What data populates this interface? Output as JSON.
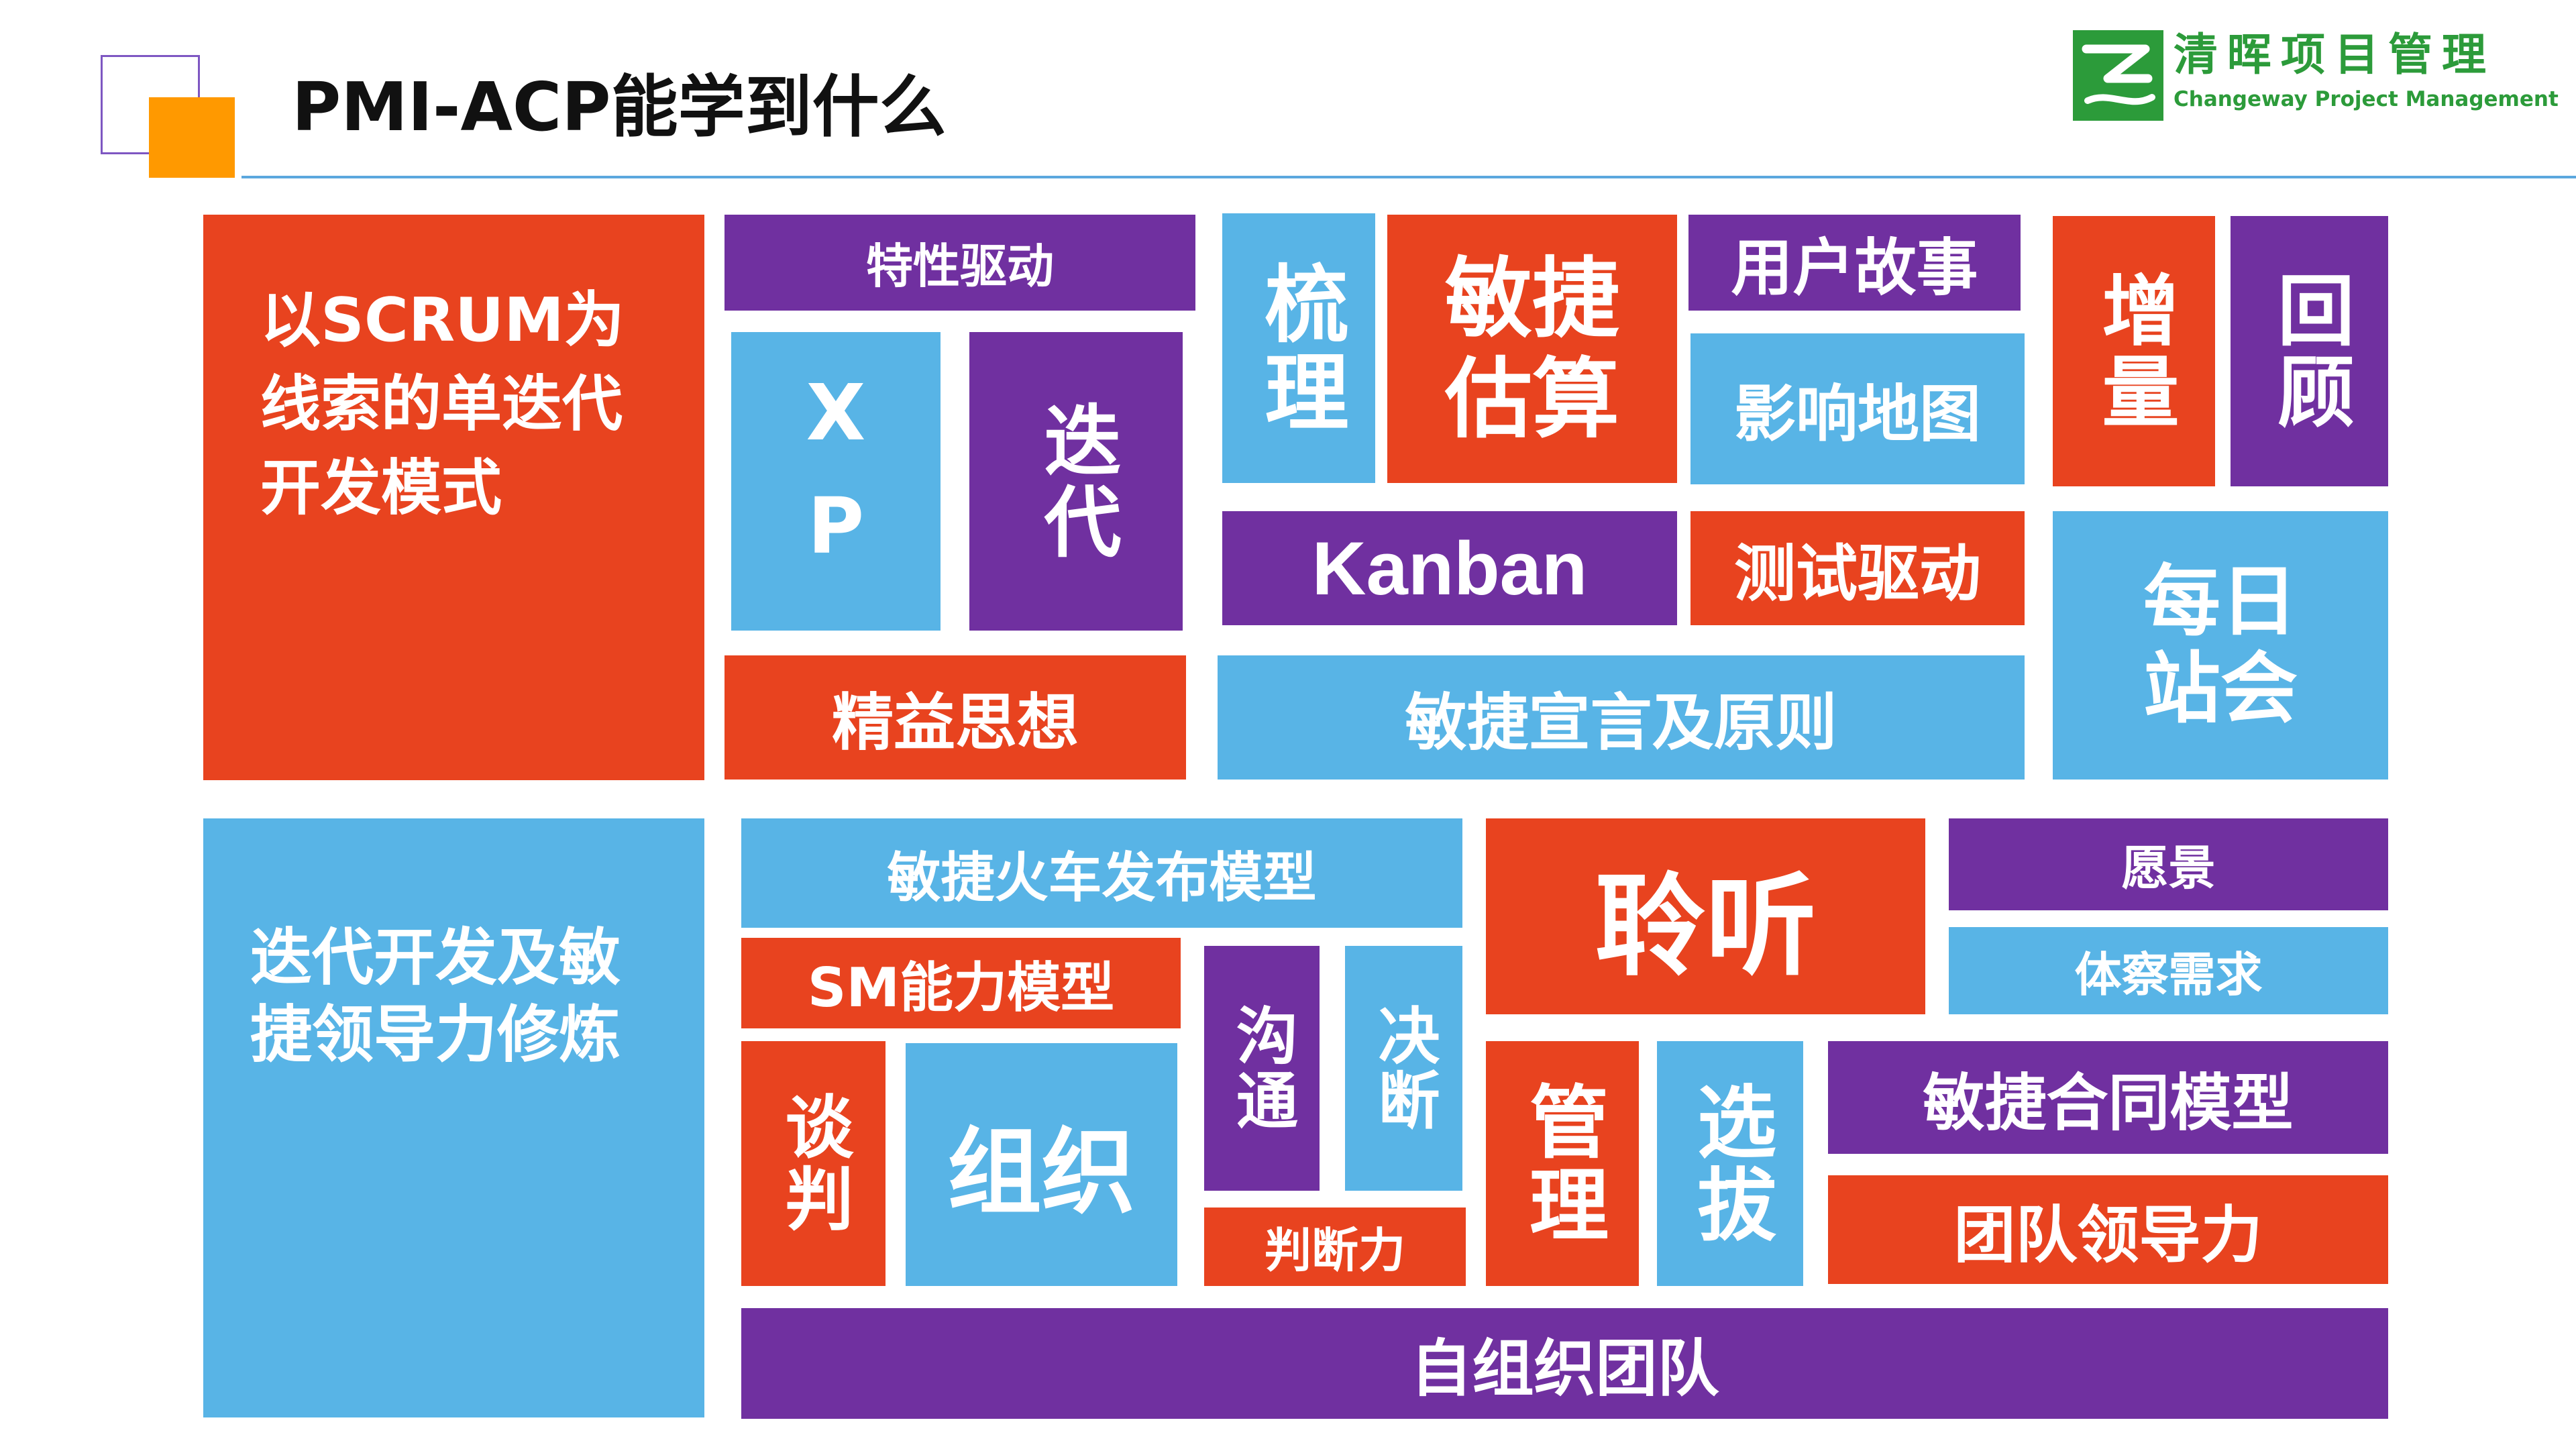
{
  "colors": {
    "red": "#E8431F",
    "blue": "#58B4E6",
    "purple": "#7030A0",
    "orange": "#FF9900",
    "brand_green": "#2C9B3A",
    "rule": "#5BA7DE"
  },
  "header": {
    "title": "PMI-ACP能学到什么"
  },
  "logo": {
    "name_cn": "清晖项目管理",
    "name_en": "Changeway Project Management"
  },
  "top_section": {
    "scrum": "以SCRUM为线索的单迭代开发模式",
    "feature_driven": "特性驱动",
    "xp": "XP",
    "iteration": "迭代",
    "grooming": "梳理",
    "agile_estimation": "敏捷估算",
    "user_story": "用户故事",
    "story_map": "影响地图",
    "kanban": "Kanban",
    "test_driven": "测试驱动",
    "lean_thinking": "精益思想",
    "agile_manifesto": "敏捷宣言及原则",
    "increment": "增量",
    "retrospective": "回顾",
    "daily_standup": "每日站会"
  },
  "bottom_section": {
    "leadership": "迭代开发及敏捷领导力修炼",
    "release_train": "敏捷火车发布模型",
    "sm_model": "SM能力模型",
    "negotiation": "谈判",
    "organization": "组织",
    "communication": "沟通",
    "decision": "决断",
    "judgment": "判断力",
    "listening": "聆听",
    "management": "管理",
    "selection": "选拔",
    "vision": "愿景",
    "empathy": "体察需求",
    "agile_contract": "敏捷合同模型",
    "team_leadership": "团队领导力",
    "self_organizing": "自组织团队"
  }
}
